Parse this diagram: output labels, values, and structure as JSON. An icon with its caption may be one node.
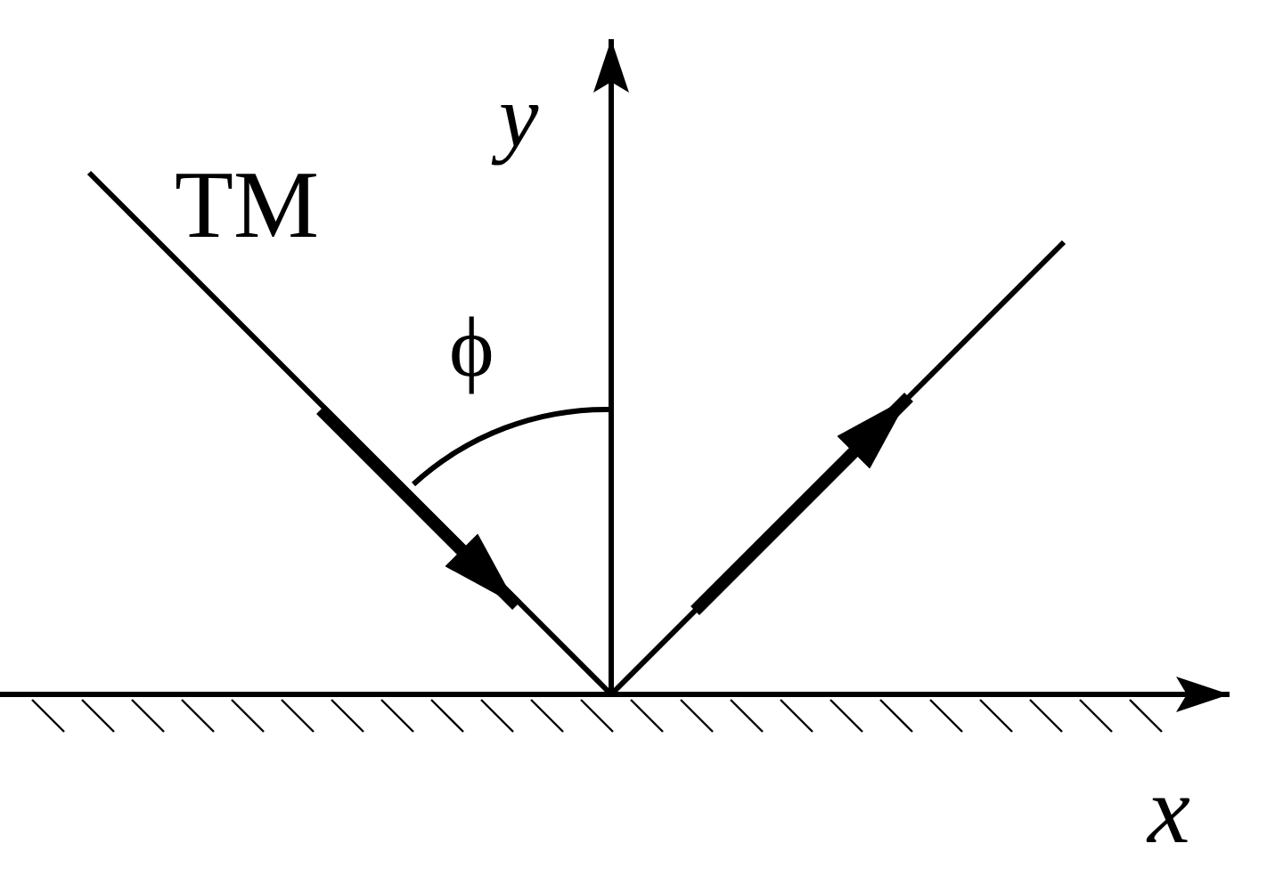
{
  "diagram": {
    "labels": [
      "y",
      "TM",
      "ϕ",
      "x"
    ]
  }
}
